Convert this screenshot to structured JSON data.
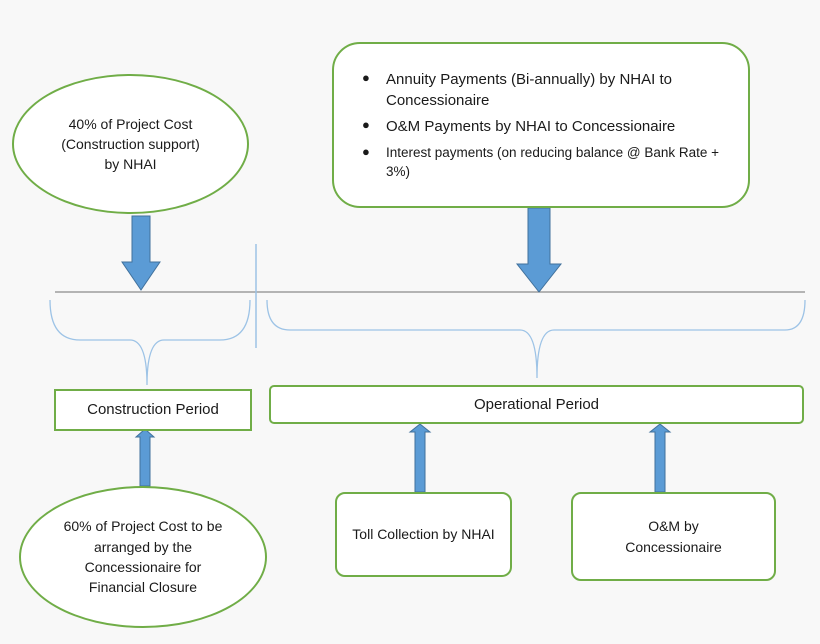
{
  "diagram": {
    "construction_support": "40% of Project Cost (Construction support) by NHAI",
    "operational_payments": [
      "Annuity Payments (Bi-annually) by NHAI to Concessionaire",
      "O&M Payments by NHAI to Concessionaire",
      "Interest payments (on reducing balance @ Bank Rate + 3%)"
    ],
    "construction_period": "Construction Period",
    "operational_period": "Operational Period",
    "concessionaire_funding": "60% of Project Cost to be arranged by the Concessionaire for Financial Closure",
    "toll_collection": "Toll Collection by NHAI",
    "om_by_concessionaire": "O&M by Concessionaire"
  },
  "colors": {
    "node_border": "#70ad47",
    "arrow_fill": "#5b9bd5",
    "arrow_stroke": "#41719c",
    "brace": "#9dc3e6",
    "timeline": "#6f6f6f"
  }
}
